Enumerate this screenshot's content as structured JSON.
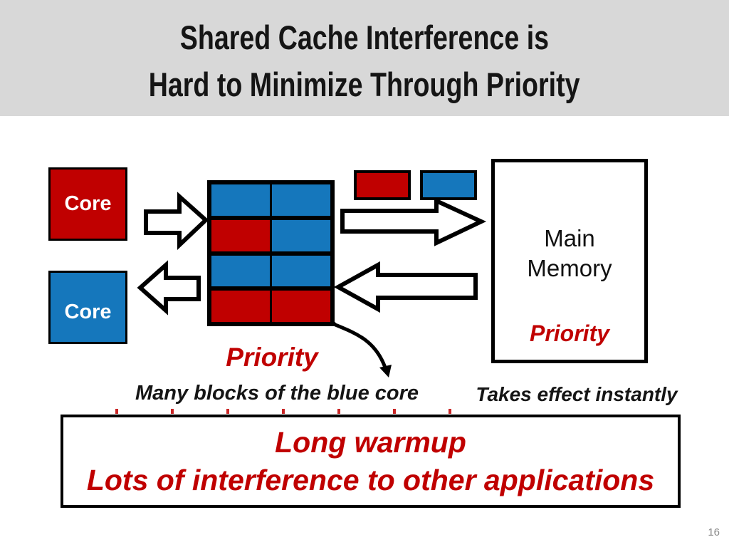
{
  "slide": {
    "title_line1": "Shared Cache Interference is",
    "title_line2": "Hard to Minimize Through Priority",
    "page_number": "16"
  },
  "colors": {
    "banner_gray": "#d8d8d8",
    "core_red": "#c00000",
    "core_blue": "#1577bc",
    "accent_red": "#c00000",
    "page_number_gray": "#8a8a8a"
  },
  "cores": {
    "red_core_label": "Core",
    "blue_core_label": "Core"
  },
  "cache": {
    "left_column": [
      "blue",
      "red",
      "blue",
      "red"
    ],
    "right_column": [
      "blue",
      "blue",
      "blue",
      "red"
    ]
  },
  "memory": {
    "line1": "Main",
    "line2": "Memory",
    "priority_label": "Priority"
  },
  "labels": {
    "cache_priority": "Priority",
    "callout_text": "Many blocks of the blue core",
    "memory_note": "Takes effect instantly"
  },
  "warning_box": {
    "line1": "Long warmup",
    "line2": "Lots of interference to other applications"
  }
}
